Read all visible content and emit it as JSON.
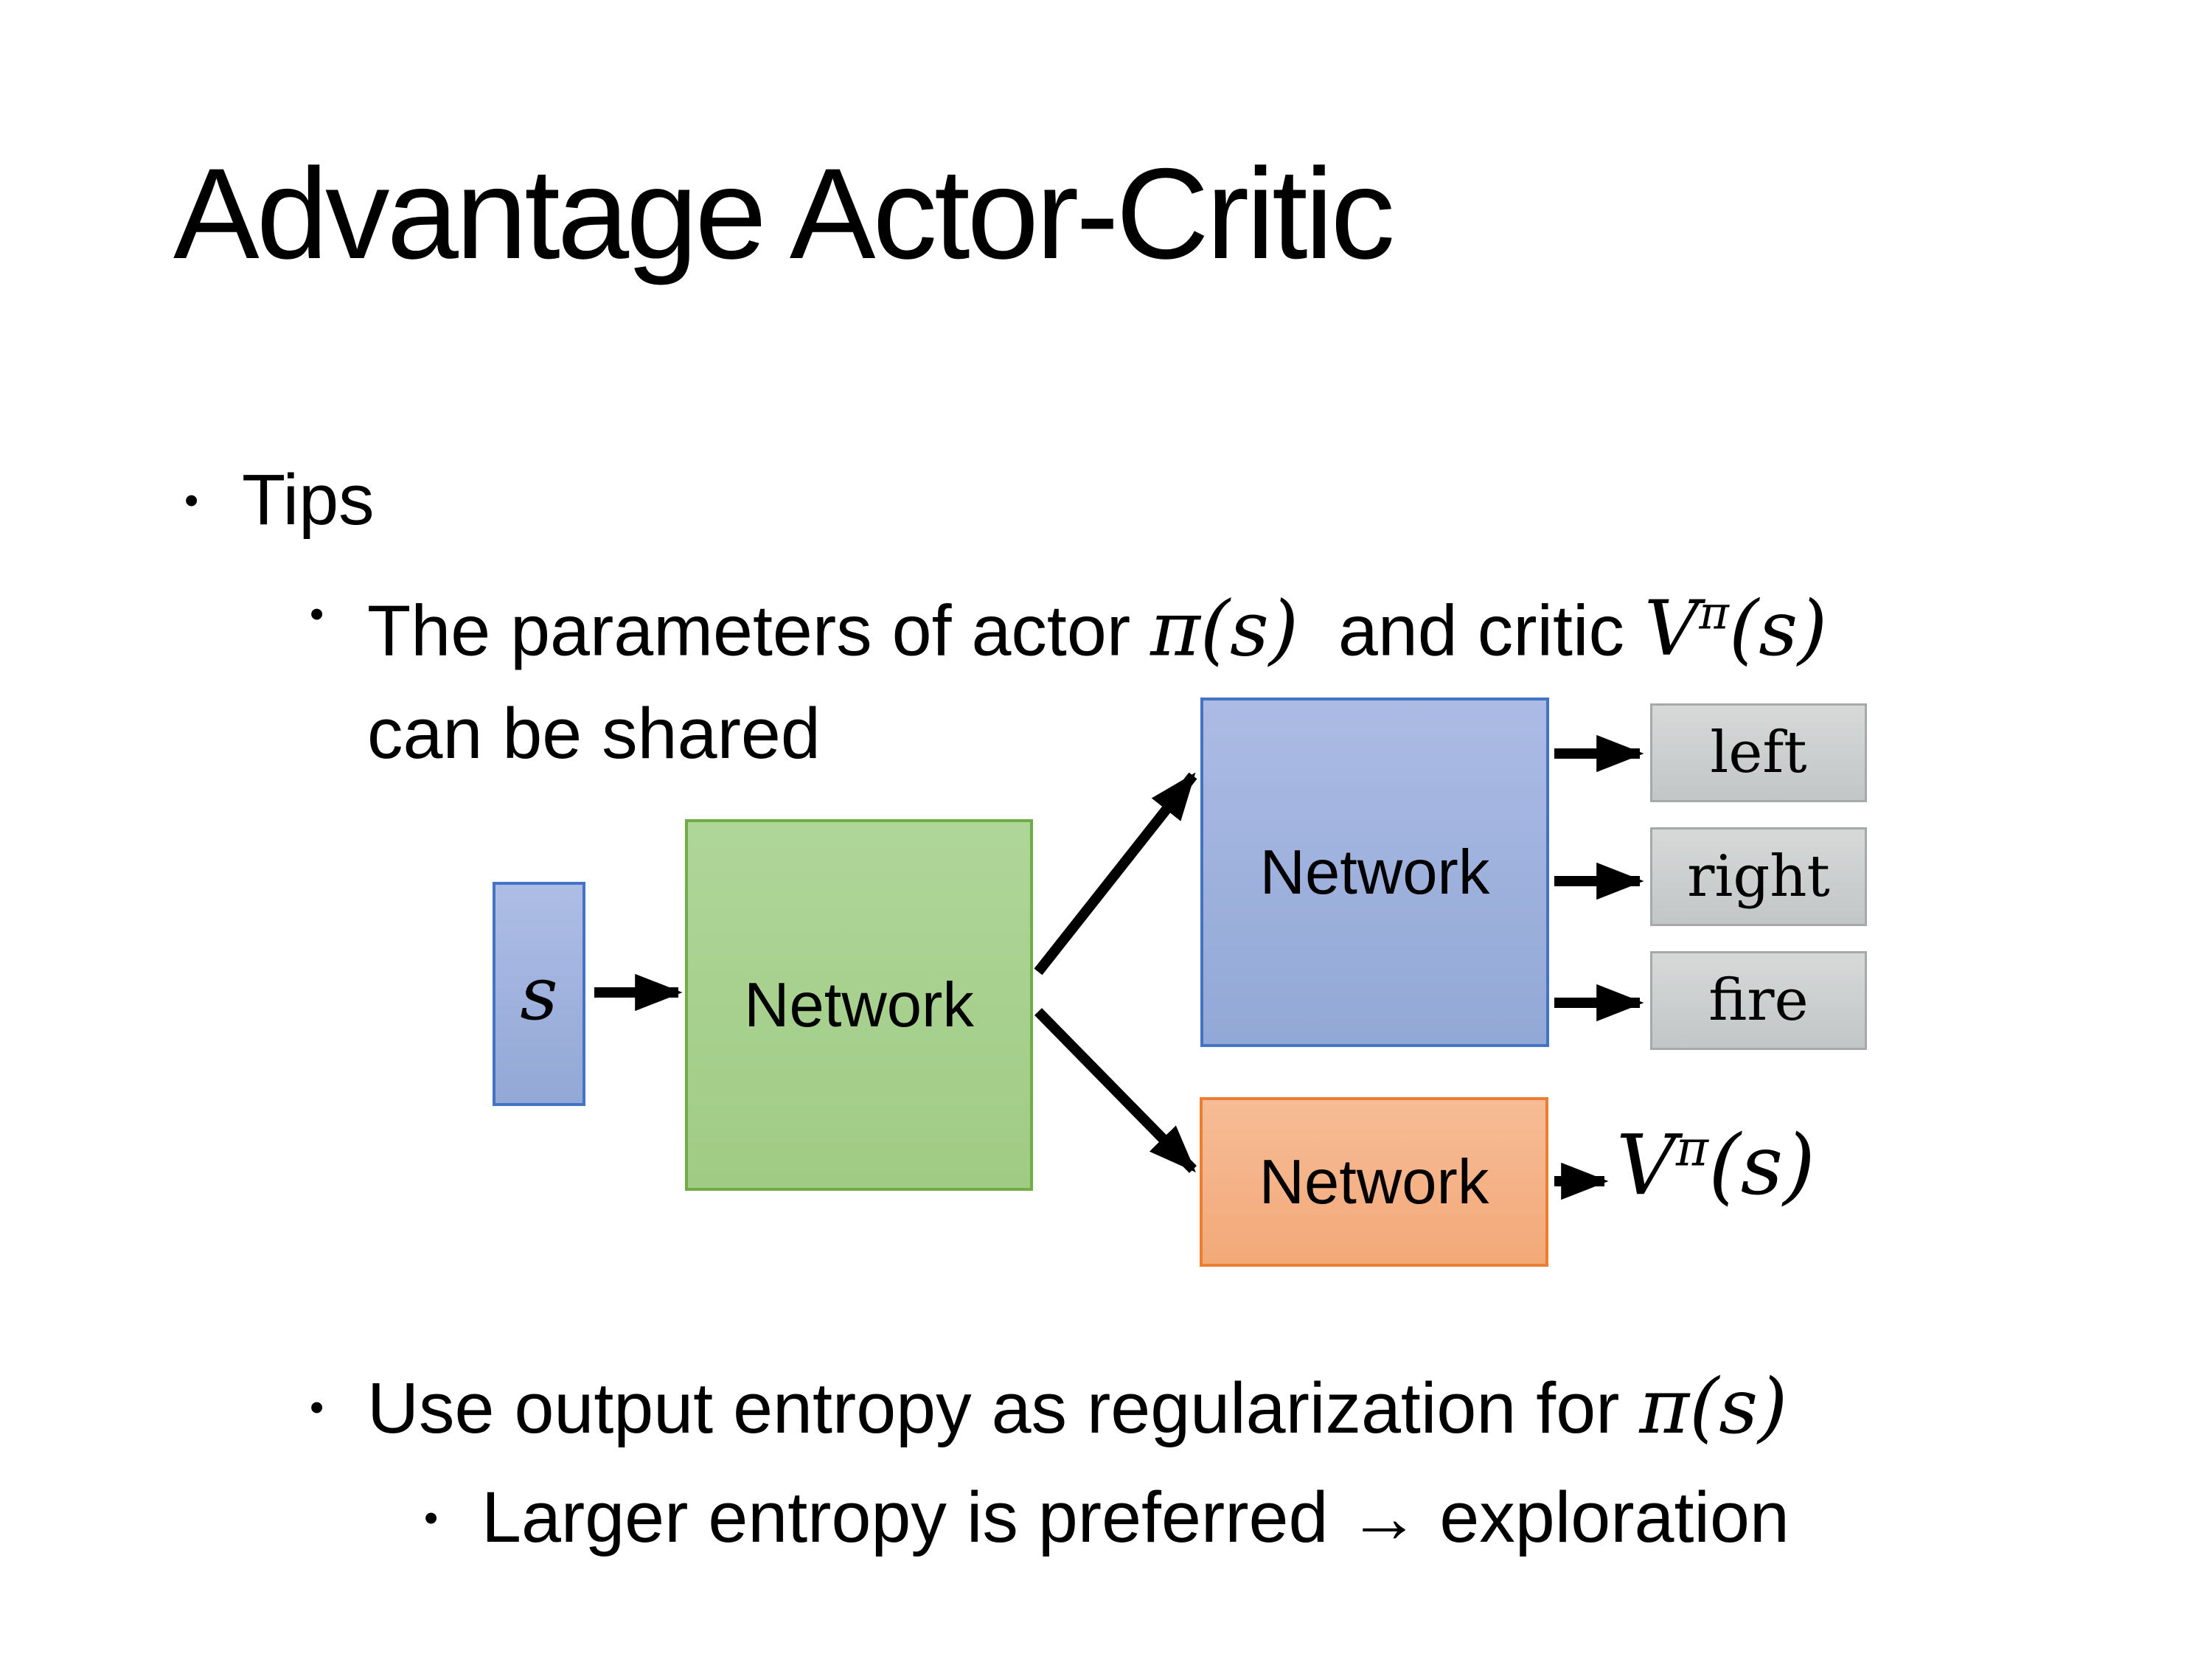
{
  "slide": {
    "title": "Advantage Actor-Critic",
    "bullet_glyph": "•",
    "tips": {
      "label": "Tips"
    },
    "shared_point": {
      "line1_pre": "The parameters of actor ",
      "line1_math_actor": "π(s)",
      "line1_mid": "  and critic ",
      "line1_critic_base": "V",
      "line1_critic_sup": "π",
      "line1_critic_args": "(s)",
      "line2": "can be shared"
    },
    "entropy_point": {
      "pre": "Use output entropy as regularization for ",
      "math": "π(s)"
    },
    "exploration_point": {
      "label": "Larger entropy is preferred → exploration"
    },
    "diagram": {
      "state_label": "s",
      "shared_network_label": "Network",
      "actor_network_label": "Network",
      "critic_network_label": "Network",
      "action_labels": [
        "left",
        "right",
        "fire"
      ],
      "value_output_base": "V",
      "value_output_sup": "π",
      "value_output_args": "(s)",
      "colors": {
        "state_fill": "#A4B5DF",
        "blue_border": "#4472C4",
        "shared_fill": "#A9D18E",
        "shared_border": "#70AD47",
        "critic_fill": "#F4B183",
        "critic_border": "#ED7D31",
        "action_fill": "#CDD0D0",
        "action_border": "#A6A9A9",
        "arrow_color": "#000000"
      }
    }
  }
}
